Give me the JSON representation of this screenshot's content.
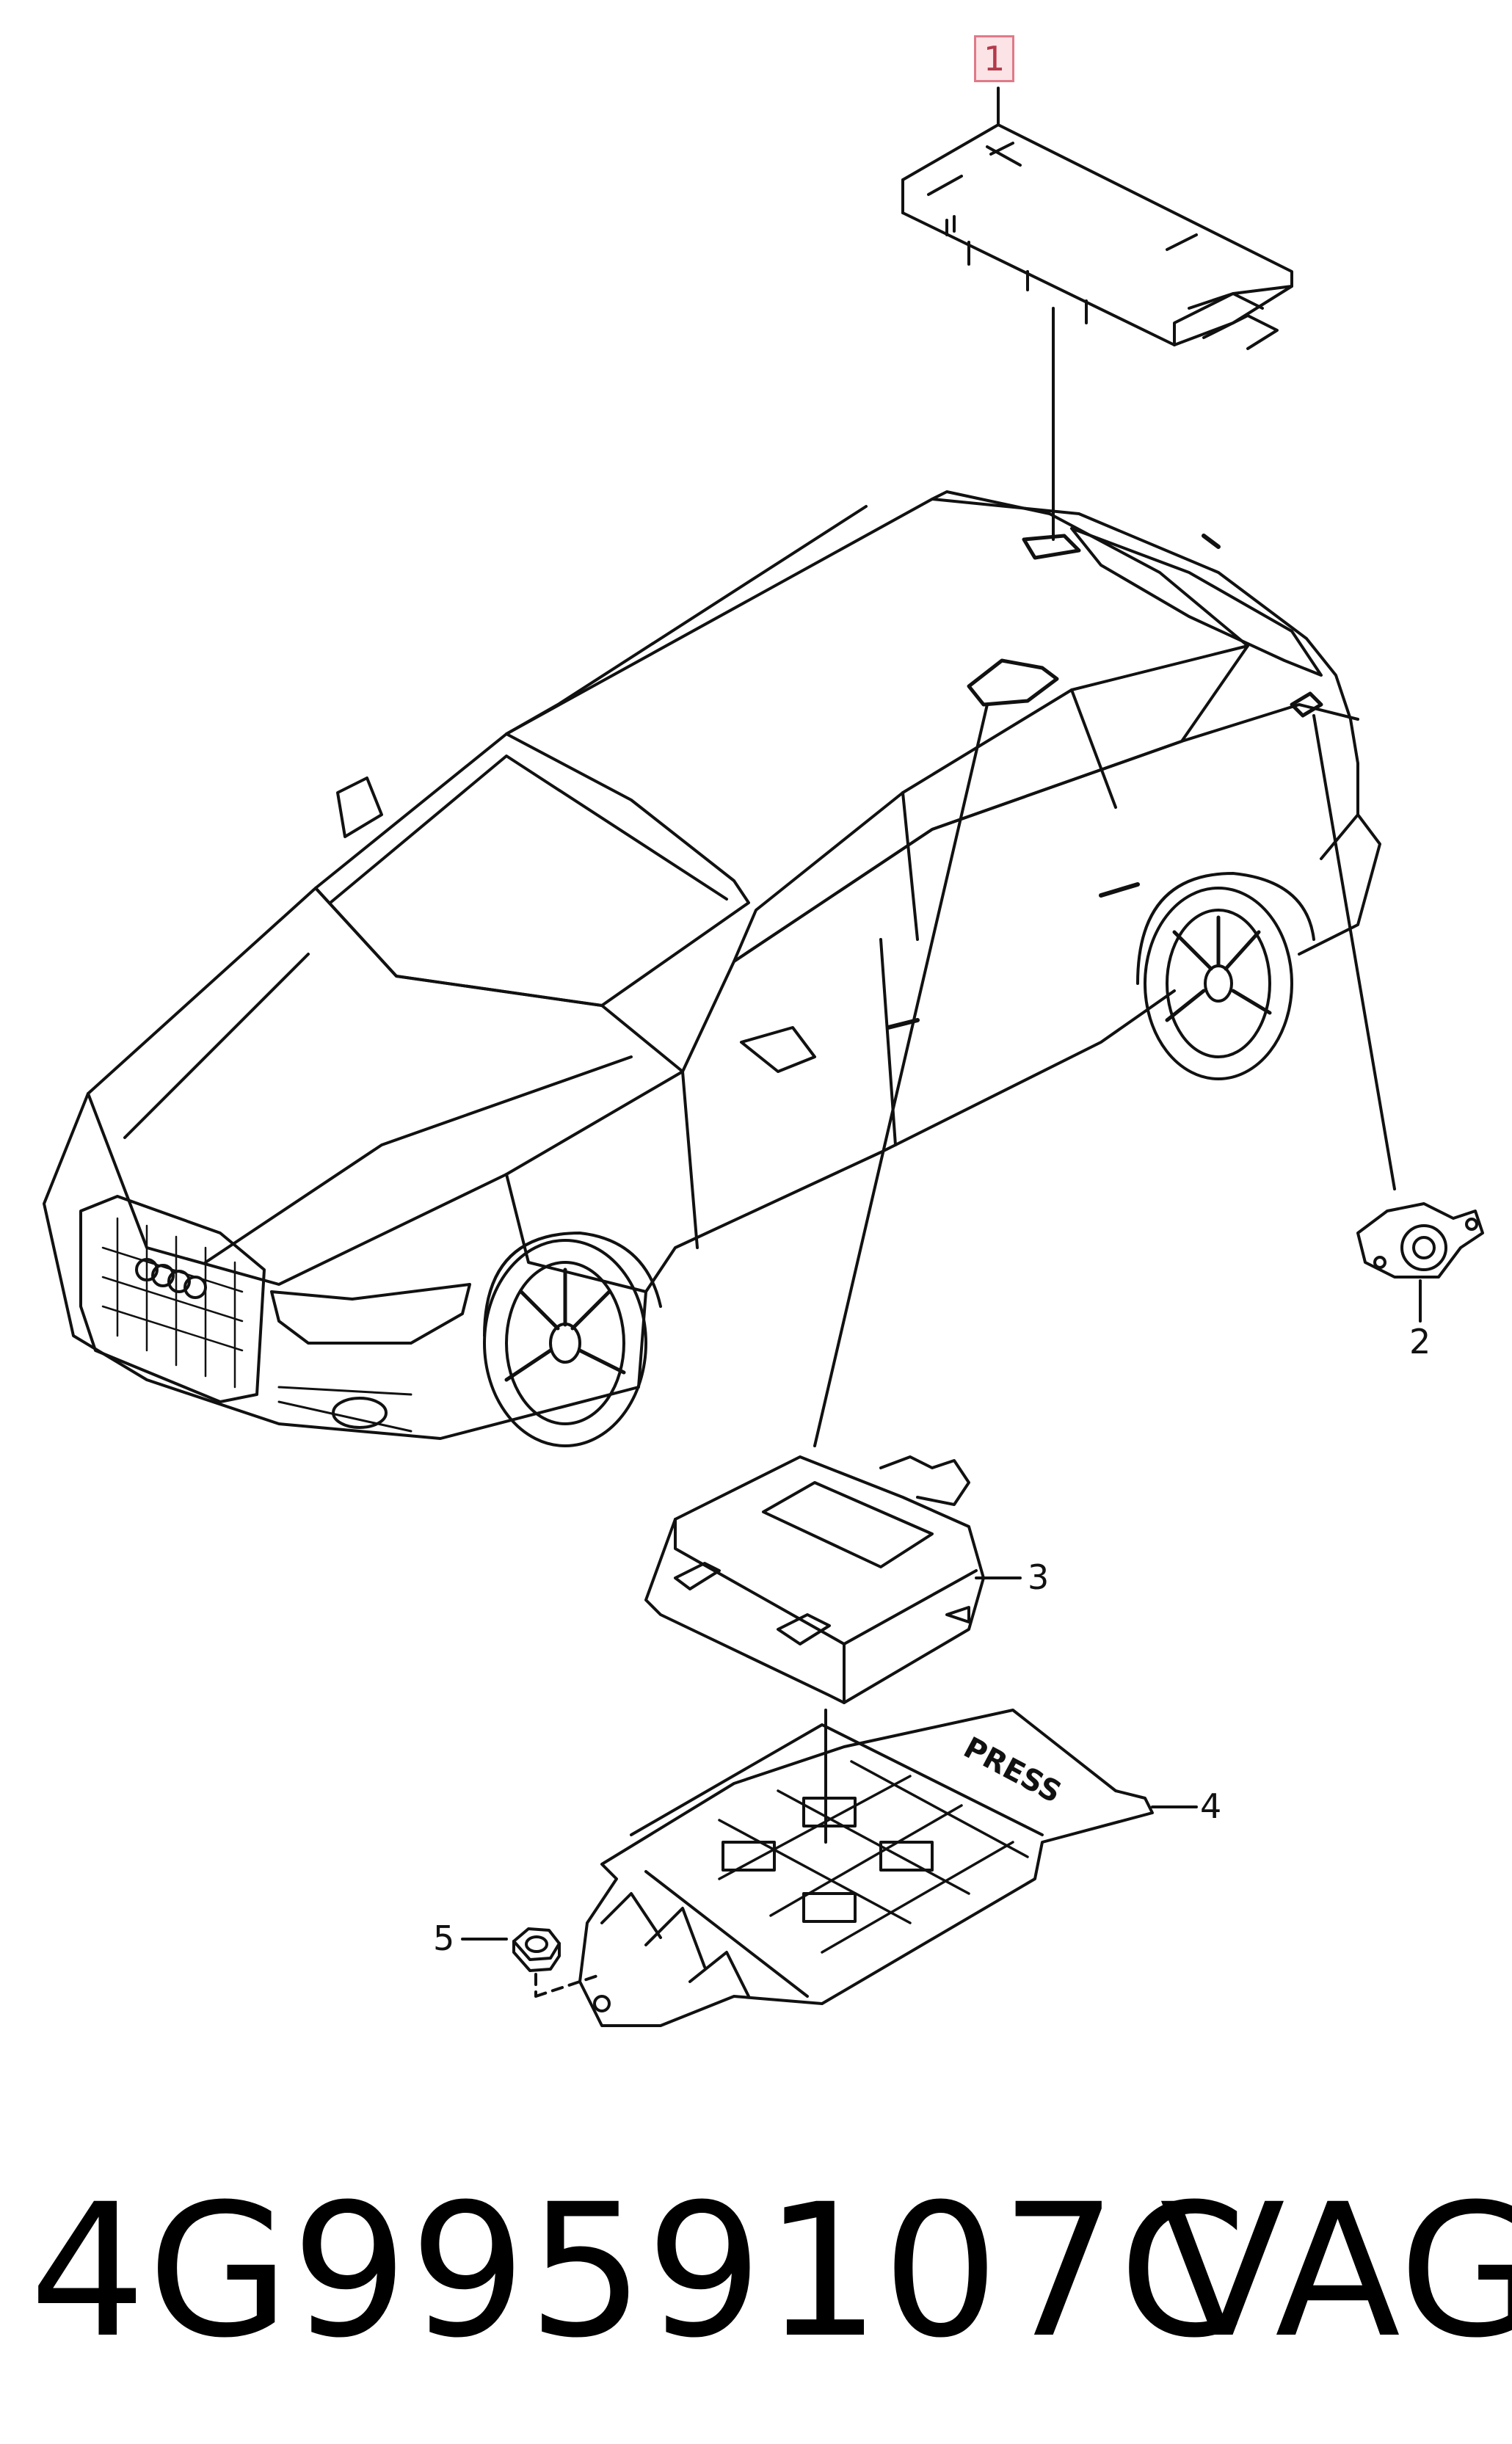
{
  "callouts": {
    "item_1": "1",
    "item_2": "2",
    "item_3": "3",
    "item_4": "4",
    "item_5": "5"
  },
  "tray_label": "PRESS",
  "footer": {
    "part_number": "4G9959107C",
    "brand": "VAG"
  },
  "colors": {
    "highlight_border": "#e07a88",
    "highlight_fill": "#fbe3e6",
    "line": "#111111"
  },
  "icons": {
    "car": "station-wagon-car-icon",
    "control_module": "control-module-icon",
    "sensor": "sensor-icon",
    "bracket": "mounting-bracket-icon",
    "nut": "nut-icon"
  }
}
